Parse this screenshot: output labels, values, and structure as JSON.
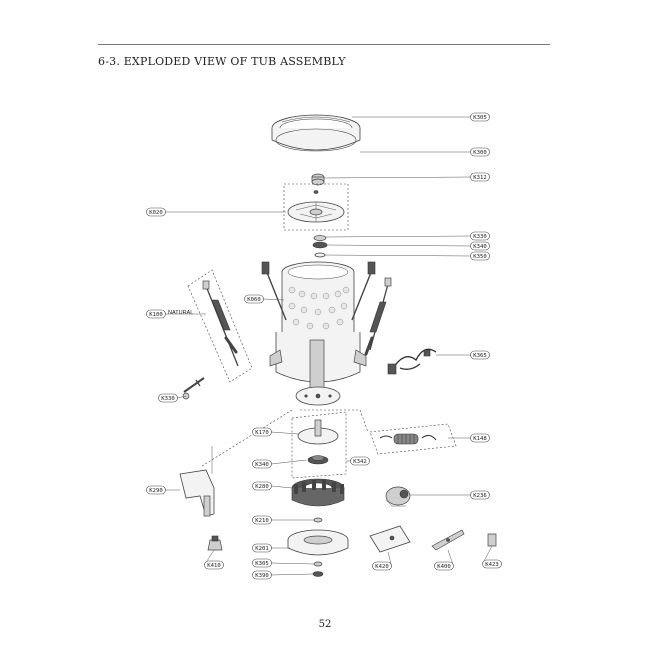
{
  "page": {
    "title": "6-3.  EXPLODED VIEW OF TUB ASSEMBLY",
    "page_number": "52"
  },
  "note": {
    "natural": "NATURAL"
  },
  "parts": [
    {
      "id": "K305"
    },
    {
      "id": "K300"
    },
    {
      "id": "K312"
    },
    {
      "id": "K020"
    },
    {
      "id": "K330"
    },
    {
      "id": "K340"
    },
    {
      "id": "K350"
    },
    {
      "id": "K060"
    },
    {
      "id": "K100"
    },
    {
      "id": "K365"
    },
    {
      "id": "K330"
    },
    {
      "id": "K170"
    },
    {
      "id": "K148"
    },
    {
      "id": "K340"
    },
    {
      "id": "K342"
    },
    {
      "id": "K280"
    },
    {
      "id": "K290"
    },
    {
      "id": "K236"
    },
    {
      "id": "K210"
    },
    {
      "id": "K201"
    },
    {
      "id": "K410"
    },
    {
      "id": "K305"
    },
    {
      "id": "K390"
    },
    {
      "id": "K420"
    },
    {
      "id": "K400"
    },
    {
      "id": "K423"
    }
  ]
}
